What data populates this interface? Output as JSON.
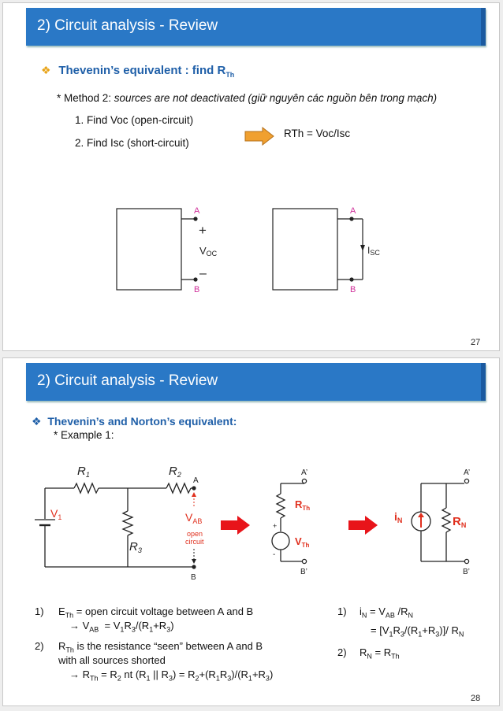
{
  "slide27": {
    "title": "2) Circuit analysis - Review",
    "heading_prefix": "Thevenin’s equivalent : find R",
    "heading_sub": "Th",
    "method_prefix": "* Method 2: ",
    "method_italic": "sources are not deactivated (giữ nguyên các nguồn bên trong mạch)",
    "step1": "1.   Find Voc (open-circuit)",
    "step2": "2.   Find Isc (short-circuit)",
    "result": "RTh = Voc/Isc",
    "circuit1": {
      "node_a": "A",
      "node_b": "B",
      "plus": "+",
      "minus": "–",
      "v": "V",
      "v_sub": "OC"
    },
    "circuit2": {
      "node_a": "A",
      "node_b": "B",
      "i": "I",
      "i_sub": "SC"
    },
    "page_number": "27"
  },
  "slide28": {
    "title": "2) Circuit analysis - Review",
    "heading": "Thevenin’s and Norton’s equivalent:",
    "example": "* Example 1:",
    "circuit": {
      "r1": "R",
      "r1_sub": "1",
      "r2": "R",
      "r2_sub": "2",
      "r3": "R",
      "r3_sub": "3",
      "v1": "V",
      "v1_sub": "1",
      "node_a": "A",
      "node_b": "B",
      "vab": "V",
      "vab_sub": "AB",
      "open_circuit_1": "open",
      "open_circuit_2": "circuit"
    },
    "thevenin": {
      "node_a": "A’",
      "node_b": "B’",
      "rth": "R",
      "rth_sub": "Th",
      "vth": "V",
      "vth_sub": "Th",
      "plus": "+",
      "minus": "-"
    },
    "norton": {
      "node_a": "A’",
      "node_b": "B’",
      "in": "i",
      "in_sub": "N",
      "rn": "R",
      "rn_sub": "N"
    },
    "left_notes": {
      "n1_num": "1)",
      "n1_line1": "E_Th = open circuit voltage between A and B",
      "n1_line2": "→ V_AB = V_1R_3/(R_1+R_3)",
      "n2_num": "2)",
      "n2_line1": "R_Th is the resistance “seen” between A and B",
      "n2_line2": "with all sources shorted",
      "n2_line3": "→ R_Th = R_2 nt (R_1 || R_3) = R_2+(R_1R_3)/(R_1+R_3)"
    },
    "right_notes": {
      "n1_num": "1)",
      "n1_line1": "i_N = V_AB /R_N",
      "n1_line2": "= [V_1R_3/(R_1+R_3)]/ R_N",
      "n2_num": "2)",
      "n2_line1": "R_N = R_Th"
    },
    "page_number": "28"
  },
  "colors": {
    "title_bar": "#2a78c6",
    "heading_blue": "#1f5fa8",
    "arrow_orange": "#f0a030",
    "arrow_red": "#e8141a",
    "label_red": "#e0301e",
    "node_magenta": "#d0309a"
  }
}
